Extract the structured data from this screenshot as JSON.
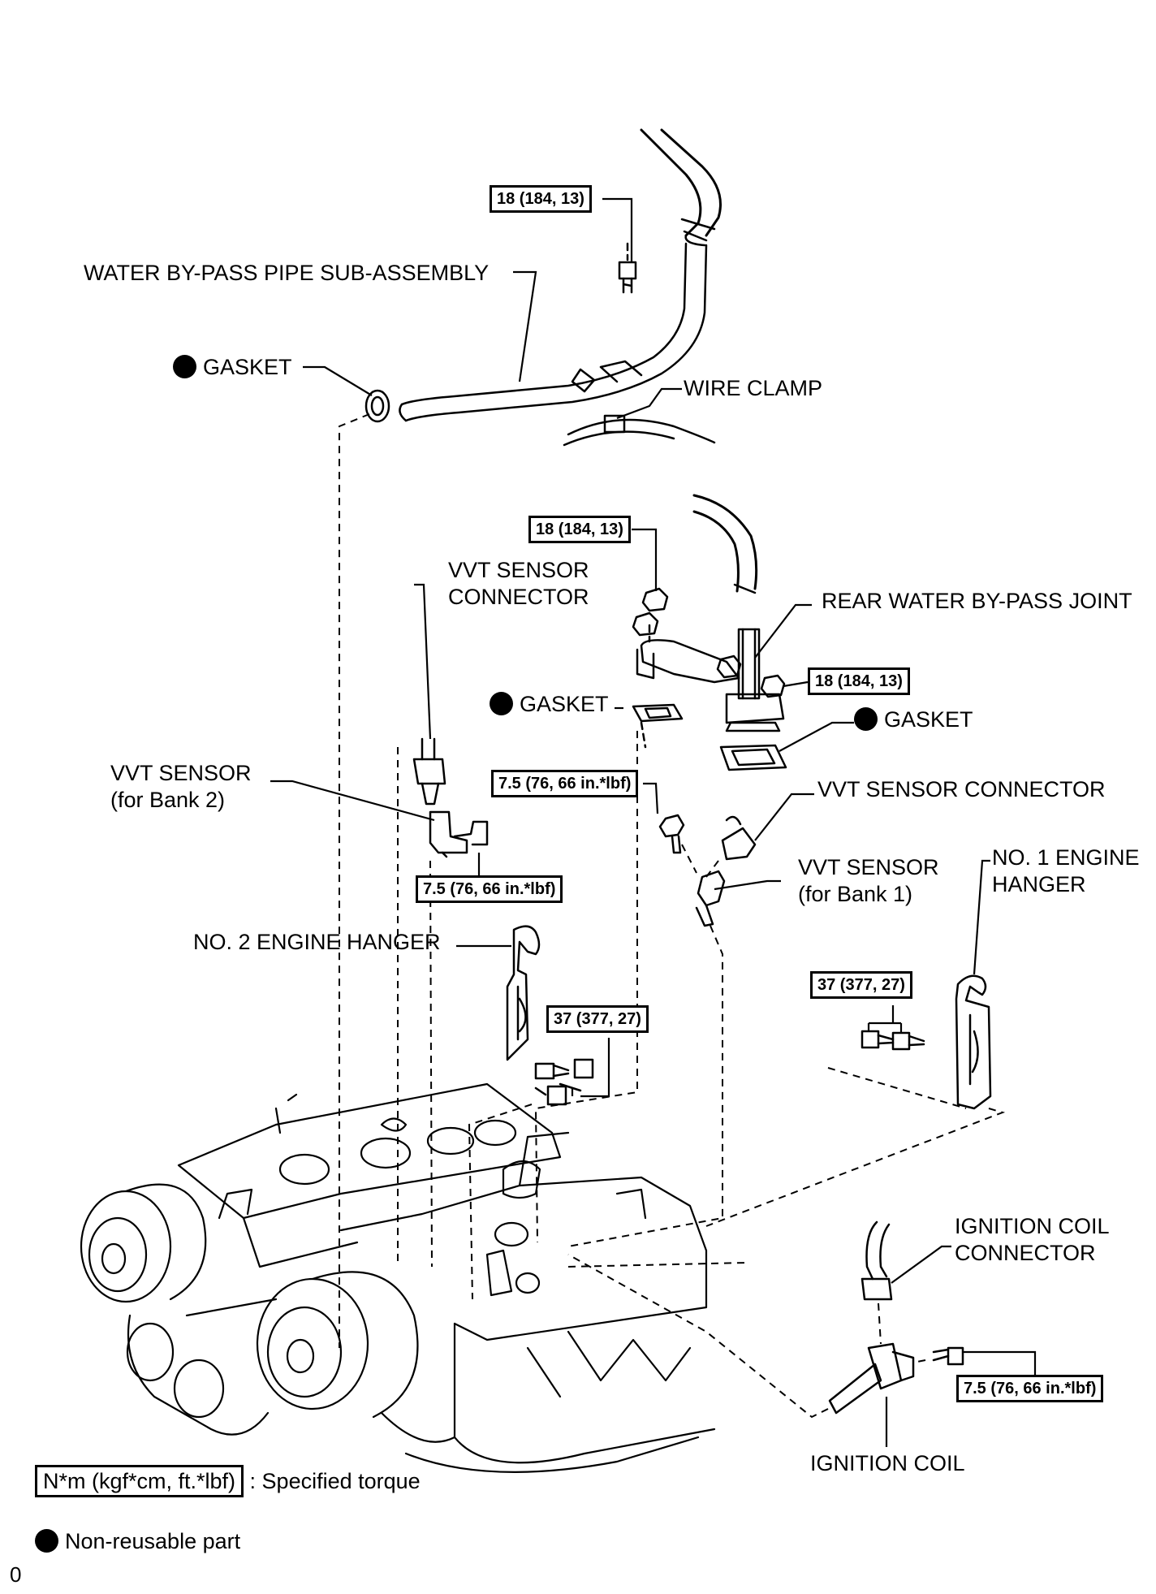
{
  "parts": {
    "water_bypass_pipe": "WATER BY-PASS PIPE SUB-ASSEMBLY",
    "gasket_top": "GASKET",
    "wire_clamp": "WIRE CLAMP",
    "vvt_sensor_connector_bank2": [
      "VVT SENSOR",
      "CONNECTOR"
    ],
    "rear_water_bypass_joint": "REAR WATER BY-PASS JOINT",
    "gasket_mid_left": "GASKET",
    "gasket_mid_right": "GASKET",
    "vvt_sensor_bank2": [
      "VVT SENSOR",
      "(for Bank 2)"
    ],
    "vvt_sensor_connector_bank1": "VVT SENSOR CONNECTOR",
    "vvt_sensor_bank1": [
      "VVT SENSOR",
      "(for Bank 1)"
    ],
    "no1_engine_hanger": [
      "NO. 1 ENGINE",
      "HANGER"
    ],
    "no2_engine_hanger": "NO. 2 ENGINE HANGER",
    "ignition_coil_connector": [
      "IGNITION COIL",
      "CONNECTOR"
    ],
    "ignition_coil": "IGNITION COIL"
  },
  "torques": {
    "pipe_bolt": "18 (184, 13)",
    "joint_nut_top": "18 (184, 13)",
    "joint_nut_right": "18 (184, 13)",
    "vvt_bank1_bolt": "7.5 (76, 66 in.*lbf)",
    "vvt_bank2_bolt": "7.5 (76, 66 in.*lbf)",
    "no2_hanger_bolt": "37 (377, 27)",
    "no1_hanger_bolt": "37 (377, 27)",
    "ignition_coil_bolt": "7.5 (76, 66 in.*lbf)"
  },
  "legend": {
    "torque_box": "N*m (kgf*cm, ft.*lbf)",
    "torque_text": ": Specified torque",
    "nonreusable_text": "Non-reusable part"
  },
  "figure_id": "0"
}
